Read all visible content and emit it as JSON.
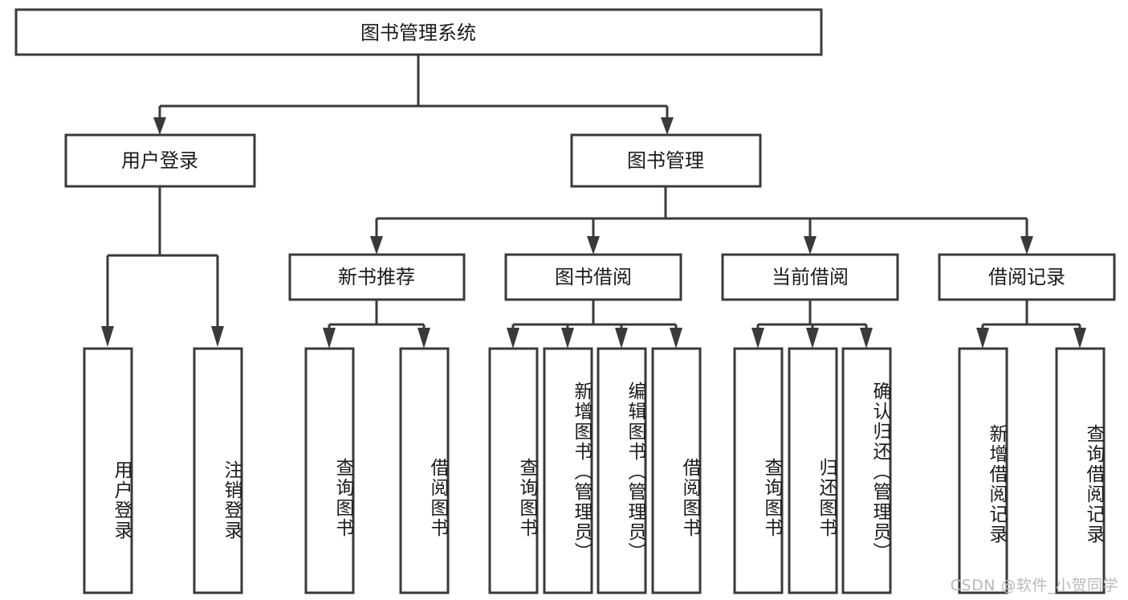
{
  "diagram": {
    "title": "图书管理系统",
    "type": "hierarchy-tree",
    "orientation": "top-down",
    "levels": 4,
    "colors": {
      "box_stroke": "#3a3a3a",
      "box_fill": "#ffffff",
      "text": "#1b1b1b",
      "connector": "#3a3a3a",
      "watermark": "#b9b9b9",
      "background": "#ffffff"
    }
  },
  "root": {
    "label": "图书管理系统"
  },
  "level2": [
    {
      "label": "用户登录"
    },
    {
      "label": "图书管理"
    }
  ],
  "level3": [
    {
      "label": "新书推荐"
    },
    {
      "label": "图书借阅"
    },
    {
      "label": "当前借阅"
    },
    {
      "label": "借阅记录"
    }
  ],
  "leaves": {
    "user_login": [
      {
        "label": "用户登录"
      },
      {
        "label": "注销登录"
      }
    ],
    "new_book_recommend": [
      {
        "label": "查询图书"
      },
      {
        "label": "借阅图书"
      }
    ],
    "book_borrow": [
      {
        "label": "查询图书"
      },
      {
        "label": "新增图书（管理员）"
      },
      {
        "label": "编辑图书（管理员）"
      },
      {
        "label": "借阅图书"
      }
    ],
    "current_borrow": [
      {
        "label": "查询图书"
      },
      {
        "label": "归还图书"
      },
      {
        "label": "确认归还（管理员）"
      }
    ],
    "borrow_record": [
      {
        "label": "新增借阅记录"
      },
      {
        "label": "查询借阅记录"
      }
    ]
  },
  "watermark": {
    "text": "CSDN @软件_小贺同学"
  }
}
